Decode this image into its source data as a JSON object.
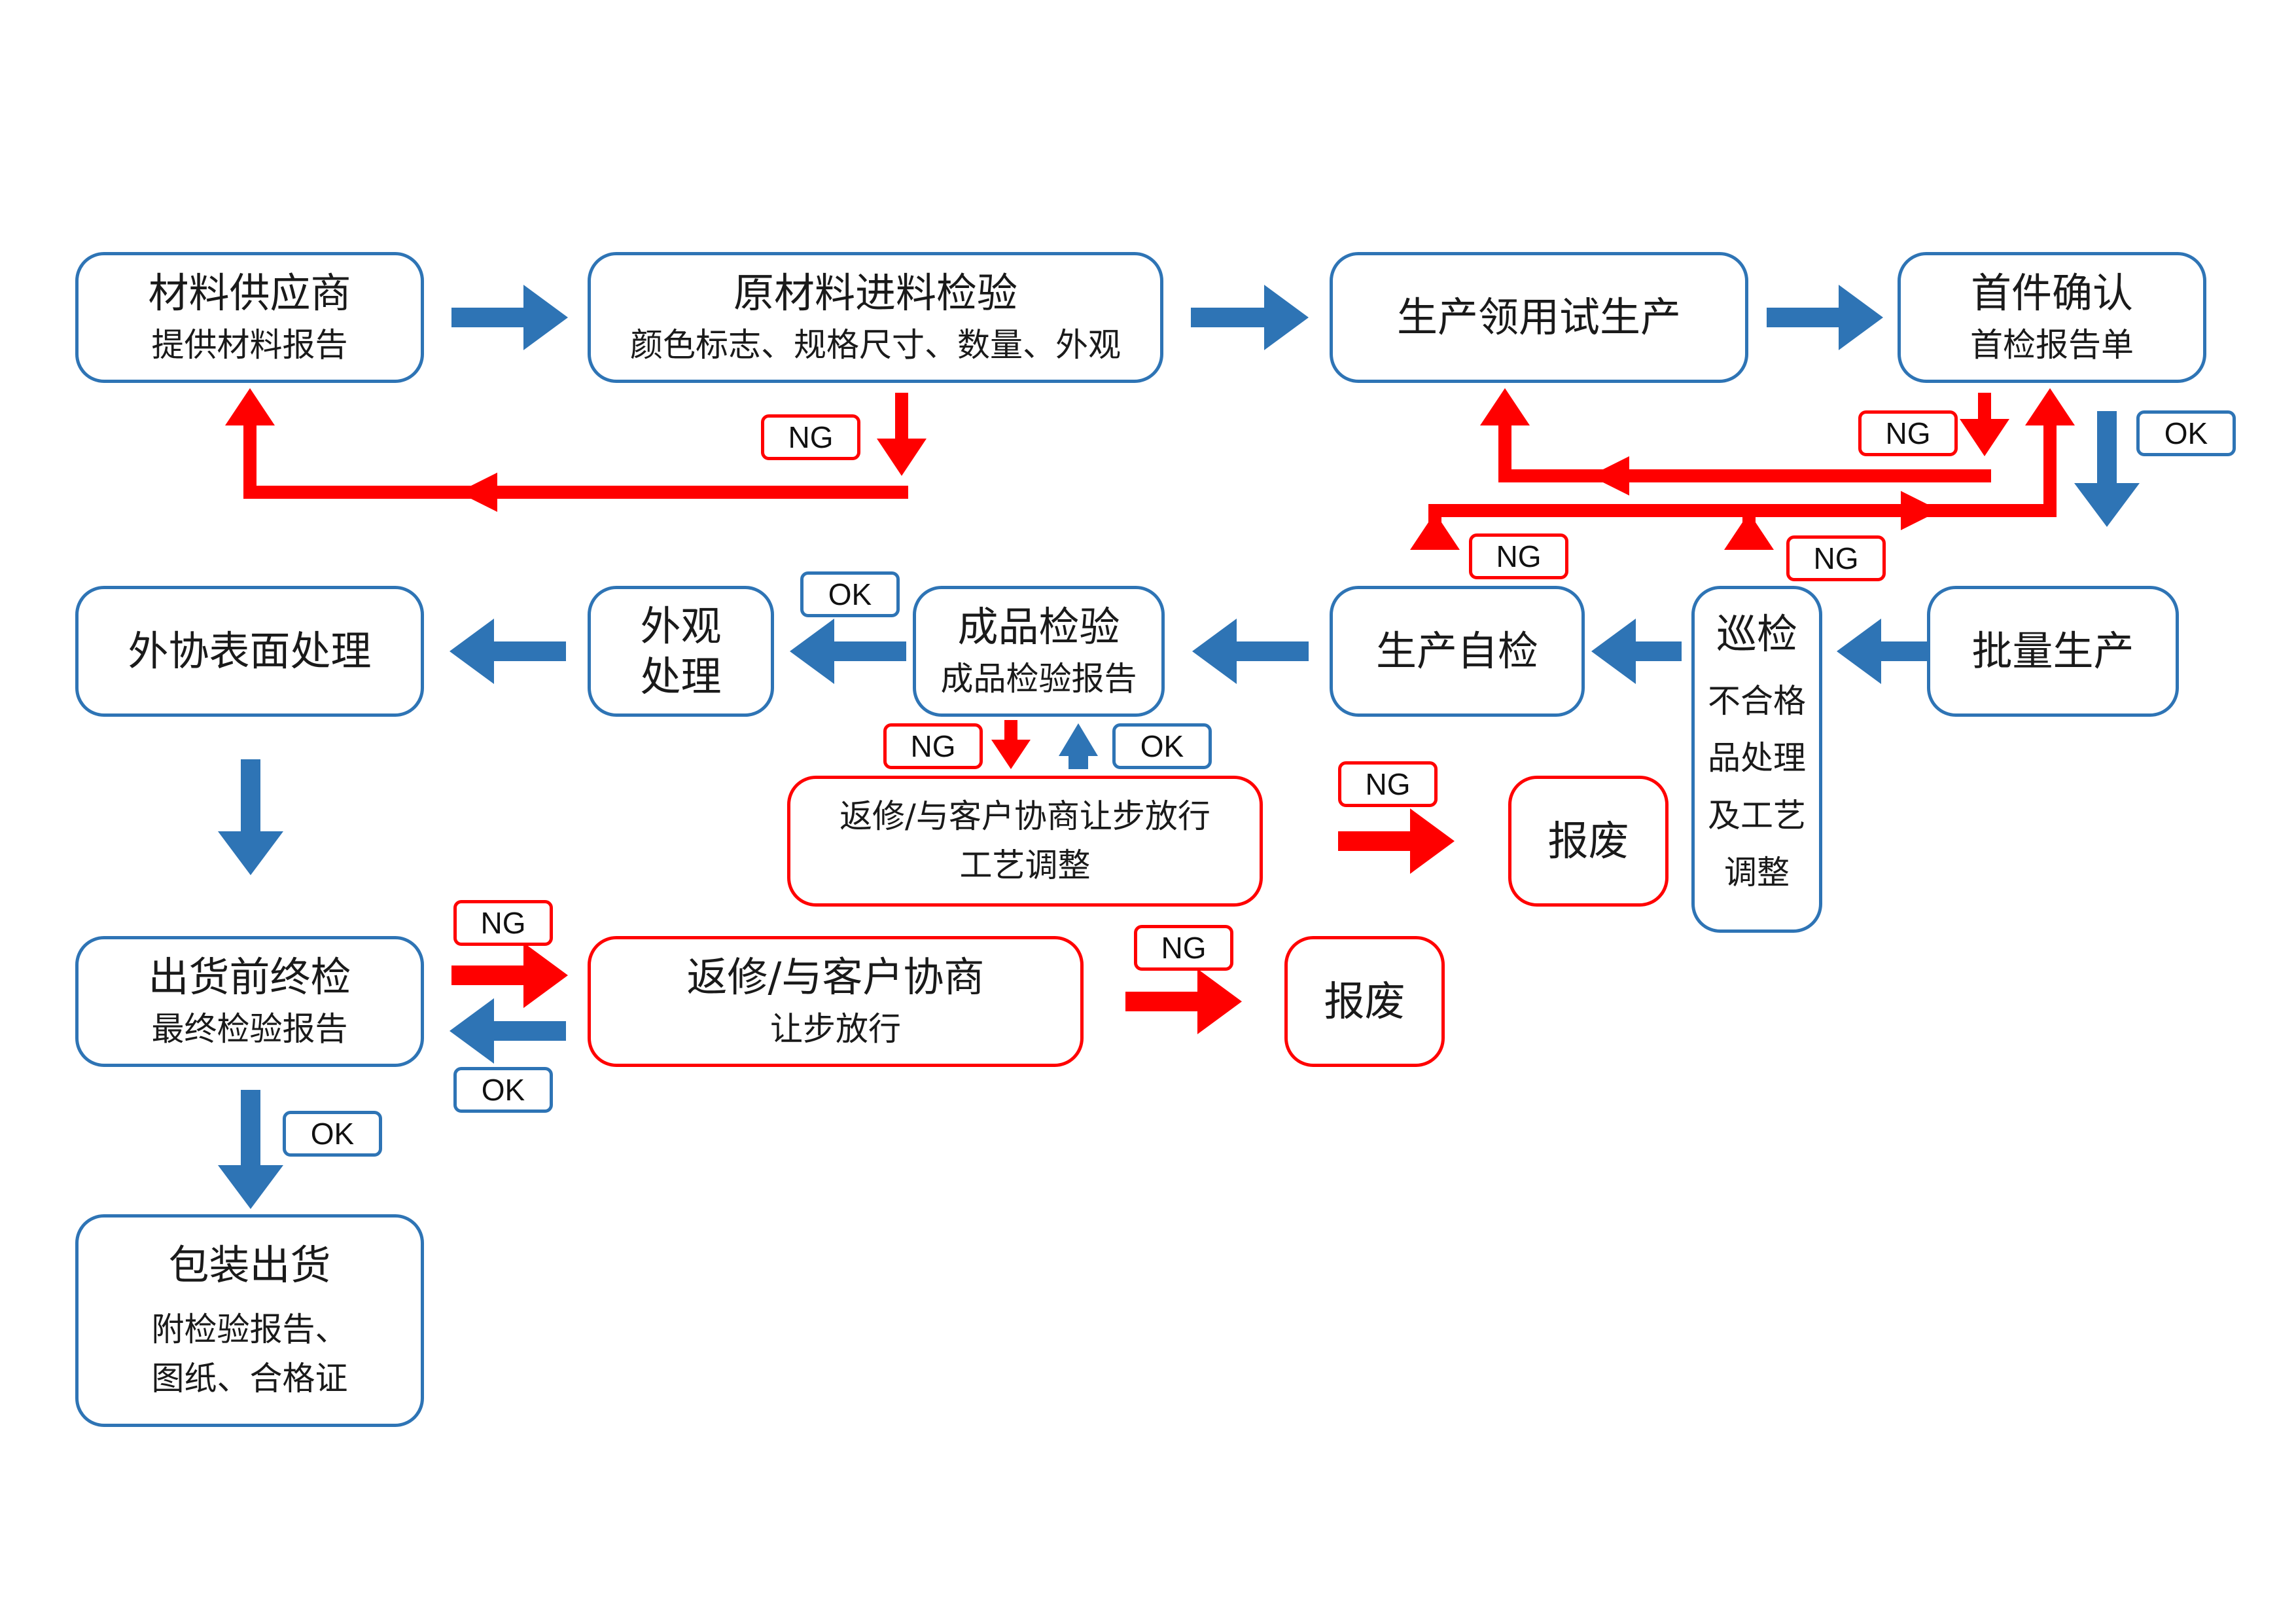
{
  "colors": {
    "blue": "#2e74b5",
    "red": "#ff0000",
    "text": "#1a1a1a"
  },
  "nodes": {
    "supplier": {
      "title": "材料供应商",
      "subtitle": "提供材料报告"
    },
    "incoming": {
      "title": "原材料进料检验",
      "subtitle": "颜色标志、规格尺寸、数量、外观"
    },
    "trial": {
      "title": "生产领用试生产"
    },
    "first_article": {
      "title": "首件确认",
      "subtitle": "首检报告单"
    },
    "outsource": {
      "title": "外协表面处理"
    },
    "appearance": {
      "title": "外观",
      "title2": "处理"
    },
    "final_product": {
      "title": "成品检验",
      "subtitle": "成品检验报告"
    },
    "self_check": {
      "title": "生产自检"
    },
    "patrol": {
      "title": "巡检",
      "lines": [
        "不合格",
        "品处理",
        "及工艺",
        "调整"
      ]
    },
    "mass": {
      "title": "批量生产"
    },
    "rework1": {
      "title": "返修/与客户协商让步放行",
      "subtitle": "工艺调整"
    },
    "scrap1": {
      "title": "报废"
    },
    "preship": {
      "title": "出货前终检",
      "subtitle": "最终检验报告"
    },
    "rework2": {
      "title": "返修/与客户协商",
      "subtitle": "让步放行"
    },
    "scrap2": {
      "title": "报废"
    },
    "packing": {
      "title": "包装出货",
      "lines": [
        "附检验报告、",
        "图纸、合格证"
      ]
    }
  },
  "labels": {
    "ng": "NG",
    "ok": "OK"
  }
}
